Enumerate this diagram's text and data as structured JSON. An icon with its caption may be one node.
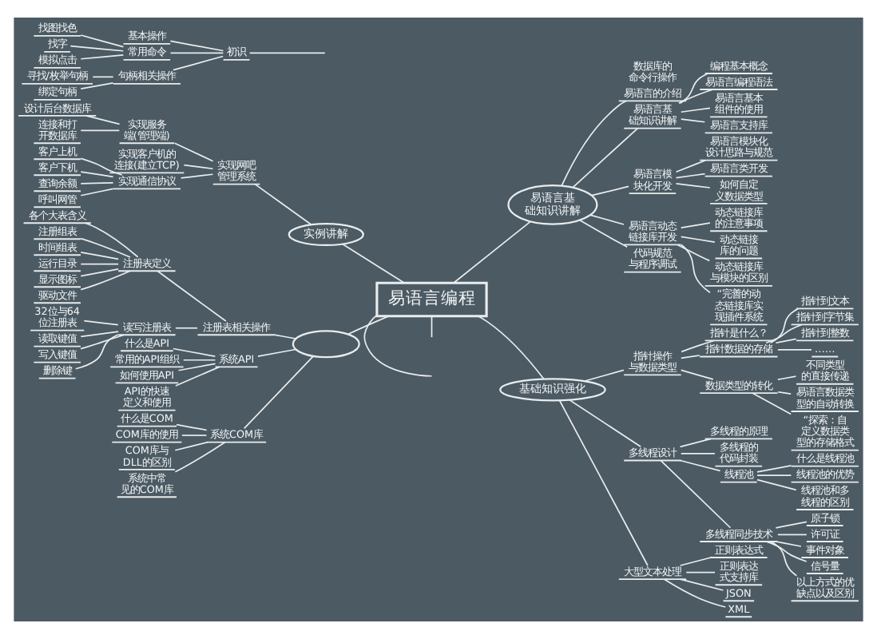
{
  "diagram": {
    "nodes": [
      {
        "text": [
          "易语言编程"
        ]
      },
      {
        "text": [
          "易语言基础知识讲解"
        ]
      },
      {
        "text": [
          "易语言的介绍"
        ]
      },
      {
        "text": [
          "易语言基础知识讲解"
        ]
      },
      {
        "text": [
          "编程基本概念"
        ]
      },
      {
        "text": [
          "易语言编程语法"
        ]
      },
      {
        "text": [
          "易语言基本组件的使用"
        ]
      },
      {
        "text": [
          "易语言支持库"
        ]
      },
      {
        "text": [
          "易语言模块化开发"
        ]
      },
      {
        "text": [
          "易语言模块化设计思路与规范"
        ]
      },
      {
        "text": [
          "易语言类开发"
        ]
      },
      {
        "text": [
          "如何自定义数据类型"
        ]
      },
      {
        "text": [
          "易语言动态链接库开发"
        ]
      },
      {
        "text": [
          "动态链接库的注意事项"
        ]
      },
      {
        "text": [
          "动态链接库的问题"
        ]
      },
      {
        "text": [
          "动态链接库与模块的区别"
        ]
      },
      {
        "text": [
          "“完善的动态链接库实现插件系统"
        ]
      },
      {
        "text": [
          "代码规范与程序调试"
        ]
      },
      {
        "text": [
          "基础知识强化"
        ]
      },
      {
        "text": [
          "指针操作与数据类型"
        ]
      },
      {
        "text": [
          "指针是什么？"
        ]
      },
      {
        "text": [
          "指针数据的存储"
        ]
      },
      {
        "text": [
          "指针到文本"
        ]
      },
      {
        "text": [
          "指针到字节集"
        ]
      },
      {
        "text": [
          "指针到整数"
        ]
      },
      {
        "text": [
          "……"
        ]
      },
      {
        "text": [
          "数据类型的转化"
        ]
      },
      {
        "text": [
          "不同类型的直接传递"
        ]
      },
      {
        "text": [
          "易语言数据类型的自动转换"
        ]
      },
      {
        "text": [
          "“探索：自定义数据类型的存储格式"
        ]
      },
      {
        "text": [
          "多线程设计"
        ]
      },
      {
        "text": [
          "多线程的原理"
        ]
      },
      {
        "text": [
          "多线程的代码封装"
        ]
      },
      {
        "text": [
          "线程池"
        ]
      },
      {
        "text": [
          "什么是线程池"
        ]
      },
      {
        "text": [
          "线程池的优势"
        ]
      },
      {
        "text": [
          "线程池和多线程的区别"
        ]
      },
      {
        "text": [
          "多线程同步技术"
        ]
      },
      {
        "text": [
          "原子锁"
        ]
      },
      {
        "text": [
          "许可证"
        ]
      },
      {
        "text": [
          "事件对象"
        ]
      },
      {
        "text": [
          "信号量"
        ]
      },
      {
        "text": [
          "以上方式的优缺点以及区别"
        ]
      },
      {
        "text": [
          "大型文本处理"
        ]
      },
      {
        "text": [
          "正则表达式"
        ]
      },
      {
        "text": [
          "正则表达式支持库"
        ]
      },
      {
        "text": [
          "JSON"
        ]
      },
      {
        "text": [
          "XML"
        ]
      },
      {
        "text": [
          "实例讲解"
        ]
      },
      {
        "text": [
          "实现网吧管理系统"
        ]
      },
      {
        "text": [
          "实现服务端(管理端)"
        ]
      },
      {
        "text": [
          "设计后台数据库"
        ]
      },
      {
        "text": [
          "连接和打开数据库"
        ]
      },
      {
        "text": [
          "实现客户机的连接(建立TCP)"
        ]
      },
      {
        "text": [
          "实现通信协议"
        ]
      },
      {
        "text": [
          "客户上机"
        ]
      },
      {
        "text": [
          "客户下机"
        ]
      },
      {
        "text": [
          "查询余额"
        ]
      },
      {
        "text": [
          "呼叫网管"
        ]
      },
      {
        "text": [],
        "shape": "ellipse"
      },
      {
        "text": [
          "注册表相关操作"
        ]
      },
      {
        "text": [
          "注册表定义"
        ]
      },
      {
        "text": [
          "各个大表含义"
        ]
      },
      {
        "text": [
          "注册组表"
        ]
      },
      {
        "text": [
          "时间组表"
        ]
      },
      {
        "text": [
          "运行目录"
        ]
      },
      {
        "text": [
          "显示图标"
        ]
      },
      {
        "text": [
          "驱动文件"
        ]
      },
      {
        "text": [
          "读写注册表"
        ]
      },
      {
        "text": [
          "32位与64位注册表"
        ]
      },
      {
        "text": [
          "读取键值"
        ]
      },
      {
        "text": [
          "写入键值"
        ]
      },
      {
        "text": [
          "删除键"
        ]
      },
      {
        "text": [
          "系统API"
        ]
      },
      {
        "text": [
          "什么是API"
        ]
      },
      {
        "text": [
          "常用的API组织"
        ]
      },
      {
        "text": [
          "如何使用API"
        ]
      },
      {
        "text": [
          "API的快速定义和使用"
        ]
      },
      {
        "text": [
          "系统COM库"
        ]
      },
      {
        "text": [
          "什么是COM"
        ]
      },
      {
        "text": [
          "COM库的使用"
        ]
      },
      {
        "text": [
          "COM库与DLL的区别"
        ]
      },
      {
        "text": [
          "系统中常见的COM库"
        ]
      },
      {
        "text": [
          "初识"
        ]
      },
      {
        "text": [
          "基本操作"
        ]
      },
      {
        "text": [
          "常用命令"
        ]
      },
      {
        "text": [
          "找图找色"
        ]
      },
      {
        "text": [
          "找字"
        ]
      },
      {
        "text": [
          "模拟点击"
        ]
      },
      {
        "text": [
          "句柄相关操作"
        ]
      },
      {
        "text": [
          "寻找/枚举句柄"
        ]
      },
      {
        "text": [
          "绑定句柄"
        ]
      }
    ],
    "edges": [
      {
        "from": 0,
        "to": 1,
        "arrow": "none"
      },
      {
        "from": 1,
        "to": 2,
        "arrow": "none"
      },
      {
        "from": 1,
        "to": 3,
        "arrow": "none"
      },
      {
        "from": 3,
        "to": 4,
        "arrow": "none"
      },
      {
        "from": 3,
        "to": 5,
        "arrow": "none"
      },
      {
        "from": 3,
        "to": 6,
        "arrow": "none"
      },
      {
        "from": 3,
        "to": 7,
        "arrow": "none"
      },
      {
        "from": 1,
        "to": 8,
        "arrow": "none"
      },
      {
        "from": 8,
        "to": 9,
        "arrow": "none"
      },
      {
        "from": 8,
        "to": 10,
        "arrow": "none"
      },
      {
        "from": 8,
        "to": 11,
        "arrow": "none"
      },
      {
        "from": 1,
        "to": 12,
        "arrow": "none"
      },
      {
        "from": 12,
        "to": 13,
        "arrow": "none"
      },
      {
        "from": 12,
        "to": 14,
        "arrow": "none"
      },
      {
        "from": 12,
        "to": 15,
        "arrow": "none"
      },
      {
        "from": 12,
        "to": 16,
        "arrow": "none"
      },
      {
        "from": 1,
        "to": 17,
        "arrow": "none"
      },
      {
        "from": 0,
        "to": 18,
        "arrow": "none"
      },
      {
        "from": 18,
        "to": 19,
        "arrow": "none"
      },
      {
        "from": 19,
        "to": 20,
        "arrow": "none"
      },
      {
        "from": 19,
        "to": 21,
        "arrow": "none"
      },
      {
        "from": 21,
        "to": 22,
        "arrow": "none"
      },
      {
        "from": 21,
        "to": 23,
        "arrow": "none"
      },
      {
        "from": 21,
        "to": 24,
        "arrow": "none"
      },
      {
        "from": 21,
        "to": 25,
        "arrow": "none"
      },
      {
        "from": 19,
        "to": 26,
        "arrow": "none"
      },
      {
        "from": 26,
        "to": 27,
        "arrow": "none"
      },
      {
        "from": 26,
        "to": 28,
        "arrow": "none"
      },
      {
        "from": 26,
        "to": 29,
        "arrow": "none"
      },
      {
        "from": 18,
        "to": 30,
        "arrow": "none"
      },
      {
        "from": 30,
        "to": 31,
        "arrow": "none"
      },
      {
        "from": 30,
        "to": 32,
        "arrow": "none"
      },
      {
        "from": 30,
        "to": 33,
        "arrow": "none"
      },
      {
        "from": 33,
        "to": 34,
        "arrow": "none"
      },
      {
        "from": 33,
        "to": 35,
        "arrow": "none"
      },
      {
        "from": 33,
        "to": 36,
        "arrow": "none"
      },
      {
        "from": 30,
        "to": 37,
        "arrow": "none"
      },
      {
        "from": 37,
        "to": 38,
        "arrow": "none"
      },
      {
        "from": 37,
        "to": 39,
        "arrow": "none"
      },
      {
        "from": 37,
        "to": 40,
        "arrow": "none"
      },
      {
        "from": 37,
        "to": 41,
        "arrow": "none"
      },
      {
        "from": 37,
        "to": 42,
        "arrow": "none"
      },
      {
        "from": 18,
        "to": 43,
        "arrow": "none"
      },
      {
        "from": 43,
        "to": 44,
        "arrow": "none"
      },
      {
        "from": 43,
        "to": 45,
        "arrow": "none"
      },
      {
        "from": 43,
        "to": 46,
        "arrow": "none"
      },
      {
        "from": 43,
        "to": 47,
        "arrow": "none"
      },
      {
        "from": 0,
        "to": 48,
        "arrow": "none"
      },
      {
        "from": 48,
        "to": 49,
        "arrow": "none"
      },
      {
        "from": 49,
        "to": 50,
        "arrow": "none"
      },
      {
        "from": 50,
        "to": 51,
        "arrow": "none"
      },
      {
        "from": 50,
        "to": 52,
        "arrow": "none"
      },
      {
        "from": 49,
        "to": 53,
        "arrow": "none"
      },
      {
        "from": 49,
        "to": 54,
        "arrow": "none"
      },
      {
        "from": 54,
        "to": 55,
        "arrow": "none"
      },
      {
        "from": 54,
        "to": 56,
        "arrow": "none"
      },
      {
        "from": 54,
        "to": 57,
        "arrow": "none"
      },
      {
        "from": 54,
        "to": 58,
        "arrow": "none"
      },
      {
        "from": 0,
        "to": 59,
        "arrow": "none"
      },
      {
        "from": 59,
        "to": 60,
        "arrow": "none"
      },
      {
        "from": 60,
        "to": 61,
        "arrow": "none"
      },
      {
        "from": 61,
        "to": 62,
        "arrow": "none"
      },
      {
        "from": 61,
        "to": 63,
        "arrow": "none"
      },
      {
        "from": 61,
        "to": 64,
        "arrow": "none"
      },
      {
        "from": 61,
        "to": 65,
        "arrow": "none"
      },
      {
        "from": 61,
        "to": 66,
        "arrow": "none"
      },
      {
        "from": 61,
        "to": 67,
        "arrow": "none"
      },
      {
        "from": 60,
        "to": 68,
        "arrow": "none"
      },
      {
        "from": 68,
        "to": 69,
        "arrow": "none"
      },
      {
        "from": 68,
        "to": 70,
        "arrow": "none"
      },
      {
        "from": 68,
        "to": 71,
        "arrow": "none"
      },
      {
        "from": 68,
        "to": 72,
        "arrow": "none"
      },
      {
        "from": 59,
        "to": 73,
        "arrow": "none"
      },
      {
        "from": 73,
        "to": 74,
        "arrow": "none"
      },
      {
        "from": 73,
        "to": 75,
        "arrow": "none"
      },
      {
        "from": 73,
        "to": 76,
        "arrow": "none"
      },
      {
        "from": 73,
        "to": 77,
        "arrow": "none"
      },
      {
        "from": 59,
        "to": 78,
        "arrow": "none"
      },
      {
        "from": 78,
        "to": 79,
        "arrow": "none"
      },
      {
        "from": 78,
        "to": 80,
        "arrow": "none"
      },
      {
        "from": 78,
        "to": 81,
        "arrow": "none"
      },
      {
        "from": 78,
        "to": 82,
        "arrow": "none"
      },
      {
        "from": null,
        "to": 83,
        "arrow": "none"
      },
      {
        "from": 83,
        "to": 84,
        "arrow": "none"
      },
      {
        "from": 83,
        "to": 85,
        "arrow": "none"
      },
      {
        "from": 85,
        "to": 86,
        "arrow": "none"
      },
      {
        "from": 85,
        "to": 87,
        "arrow": "none"
      },
      {
        "from": 85,
        "to": 88,
        "arrow": "none"
      },
      {
        "from": 83,
        "to": 89,
        "arrow": "none"
      },
      {
        "from": 89,
        "to": 90,
        "arrow": "none"
      },
      {
        "from": 89,
        "to": 91,
        "arrow": "none"
      },
      {
        "from": 0,
        "to": null,
        "arrow": "none"
      },
      {
        "from": 0,
        "to": null,
        "arrow": "none"
      }
    ],
    "labels": [
      "数据库的命令行操作"
    ]
  }
}
